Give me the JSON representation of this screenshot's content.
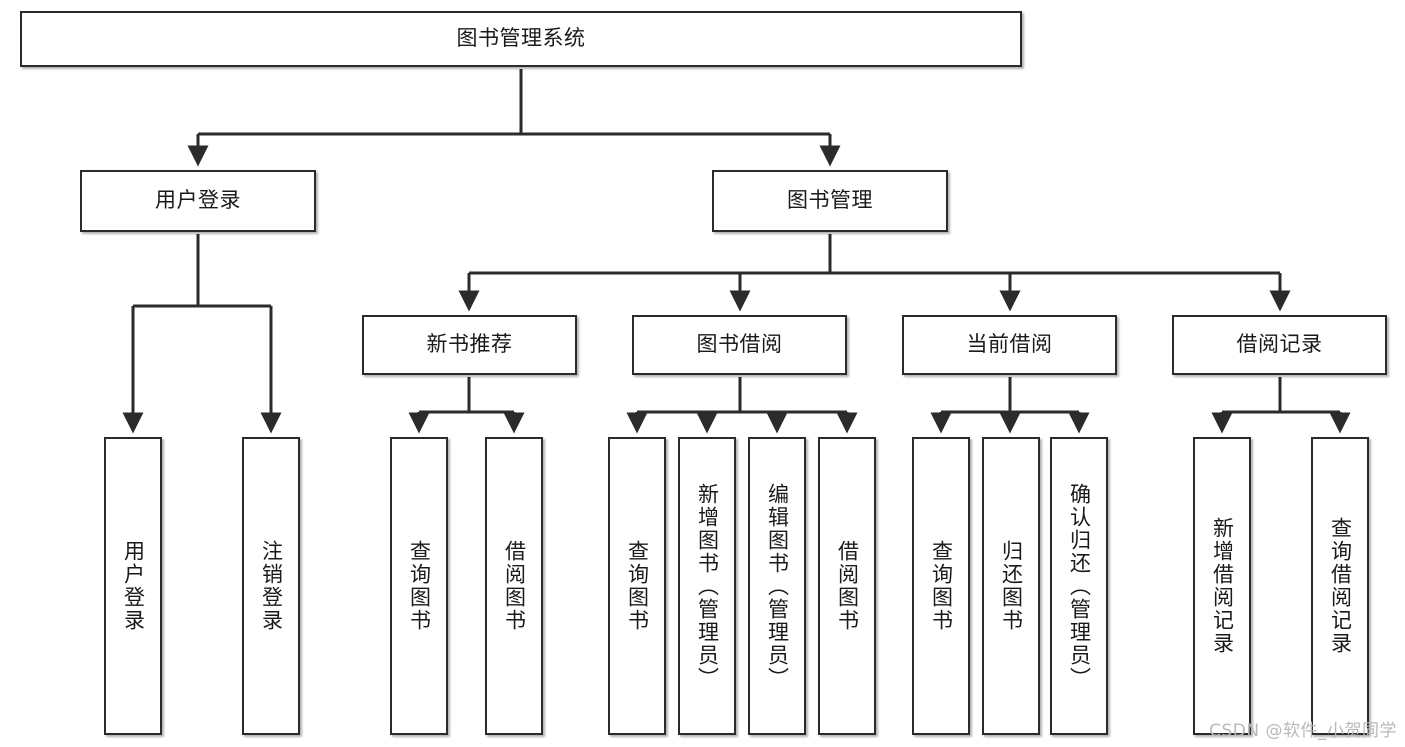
{
  "diagram": {
    "type": "tree-hierarchy",
    "title": "图书管理系统",
    "orientation": "top-down",
    "colors": {
      "box_border": "#2b2b2b",
      "box_fill": "#ffffff",
      "connector": "#2b2b2b",
      "text": "#1a1a1a",
      "watermark": "#b9b9b9"
    },
    "levels": {
      "root": {
        "id": "root",
        "label": "图书管理系统"
      },
      "level2": [
        {
          "id": "user-login",
          "label": "用户登录"
        },
        {
          "id": "book-manage",
          "label": "图书管理"
        }
      ],
      "level3": [
        {
          "id": "new-book-recommend",
          "label": "新书推荐",
          "parent": "book-manage"
        },
        {
          "id": "book-borrow",
          "label": "图书借阅",
          "parent": "book-manage"
        },
        {
          "id": "current-borrow",
          "label": "当前借阅",
          "parent": "book-manage"
        },
        {
          "id": "borrow-record",
          "label": "借阅记录",
          "parent": "book-manage"
        }
      ],
      "leaves": {
        "user-login": [
          {
            "id": "leaf-user-login",
            "label": "用户登录"
          },
          {
            "id": "leaf-user-logout",
            "label": "注销登录"
          }
        ],
        "new-book-recommend": [
          {
            "id": "leaf-query-book-1",
            "label": "查询图书"
          },
          {
            "id": "leaf-borrow-book-1",
            "label": "借阅图书"
          }
        ],
        "book-borrow": [
          {
            "id": "leaf-query-book-2",
            "label": "查询图书"
          },
          {
            "id": "leaf-add-book",
            "label": "新增图书（管理员）"
          },
          {
            "id": "leaf-edit-book",
            "label": "编辑图书（管理员）"
          },
          {
            "id": "leaf-borrow-book-2",
            "label": "借阅图书"
          }
        ],
        "current-borrow": [
          {
            "id": "leaf-query-book-3",
            "label": "查询图书"
          },
          {
            "id": "leaf-return-book",
            "label": "归还图书"
          },
          {
            "id": "leaf-confirm-return",
            "label": "确认归还（管理员）"
          }
        ],
        "borrow-record": [
          {
            "id": "leaf-add-record",
            "label": "新增借阅记录"
          },
          {
            "id": "leaf-query-record",
            "label": "查询借阅记录"
          }
        ]
      }
    }
  },
  "watermark": {
    "text": "CSDN @软件_小贺同学"
  }
}
